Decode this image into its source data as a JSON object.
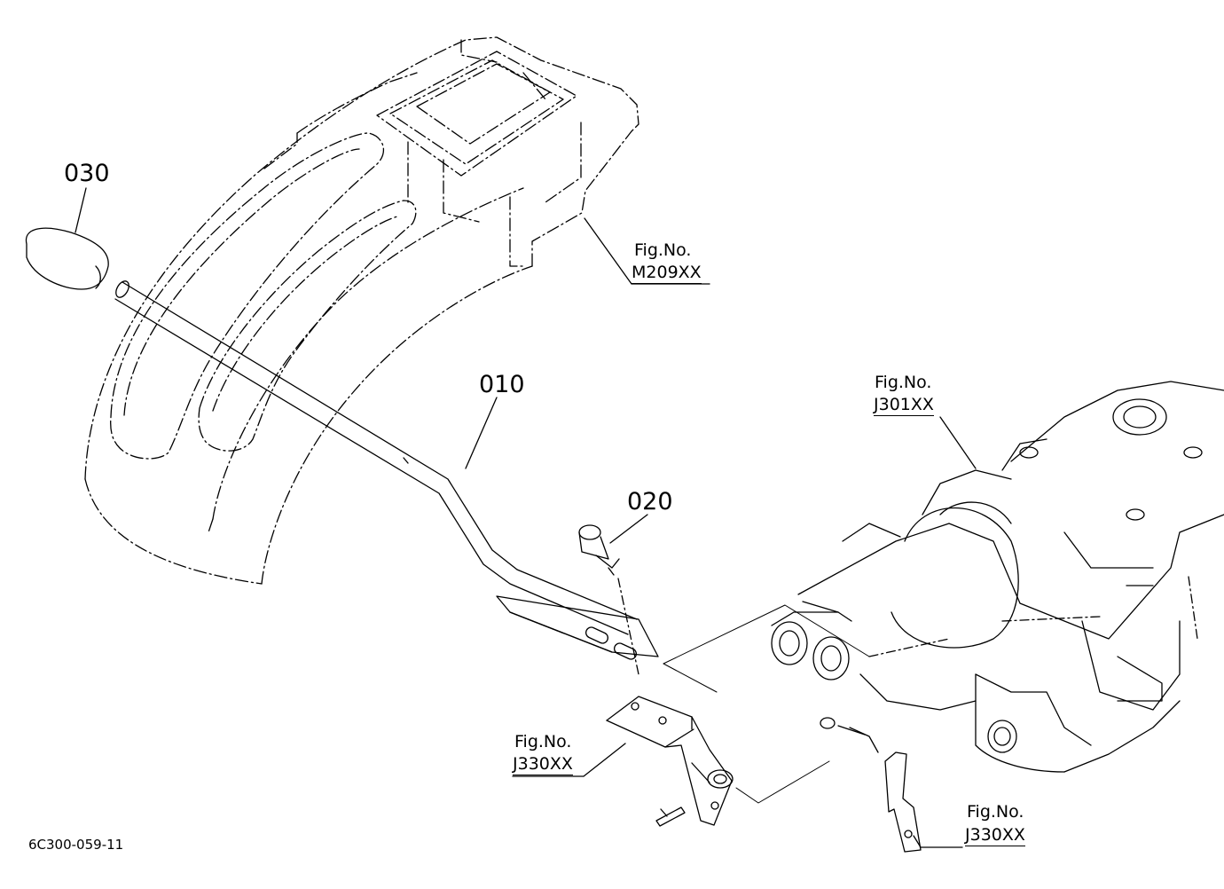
{
  "parts": {
    "p030": "030",
    "p010": "010",
    "p020": "020"
  },
  "refs": {
    "ref_m209": {
      "caption": "Fig.No.",
      "number": "M209XX"
    },
    "ref_j301": {
      "caption": "Fig.No.",
      "number": "J301XX"
    },
    "ref_j330_a": {
      "caption": "Fig.No.",
      "number": "J330XX"
    },
    "ref_j330_b": {
      "caption": "Fig.No.",
      "number": "J330XX"
    }
  },
  "drawing_code": "6C300-059-11"
}
